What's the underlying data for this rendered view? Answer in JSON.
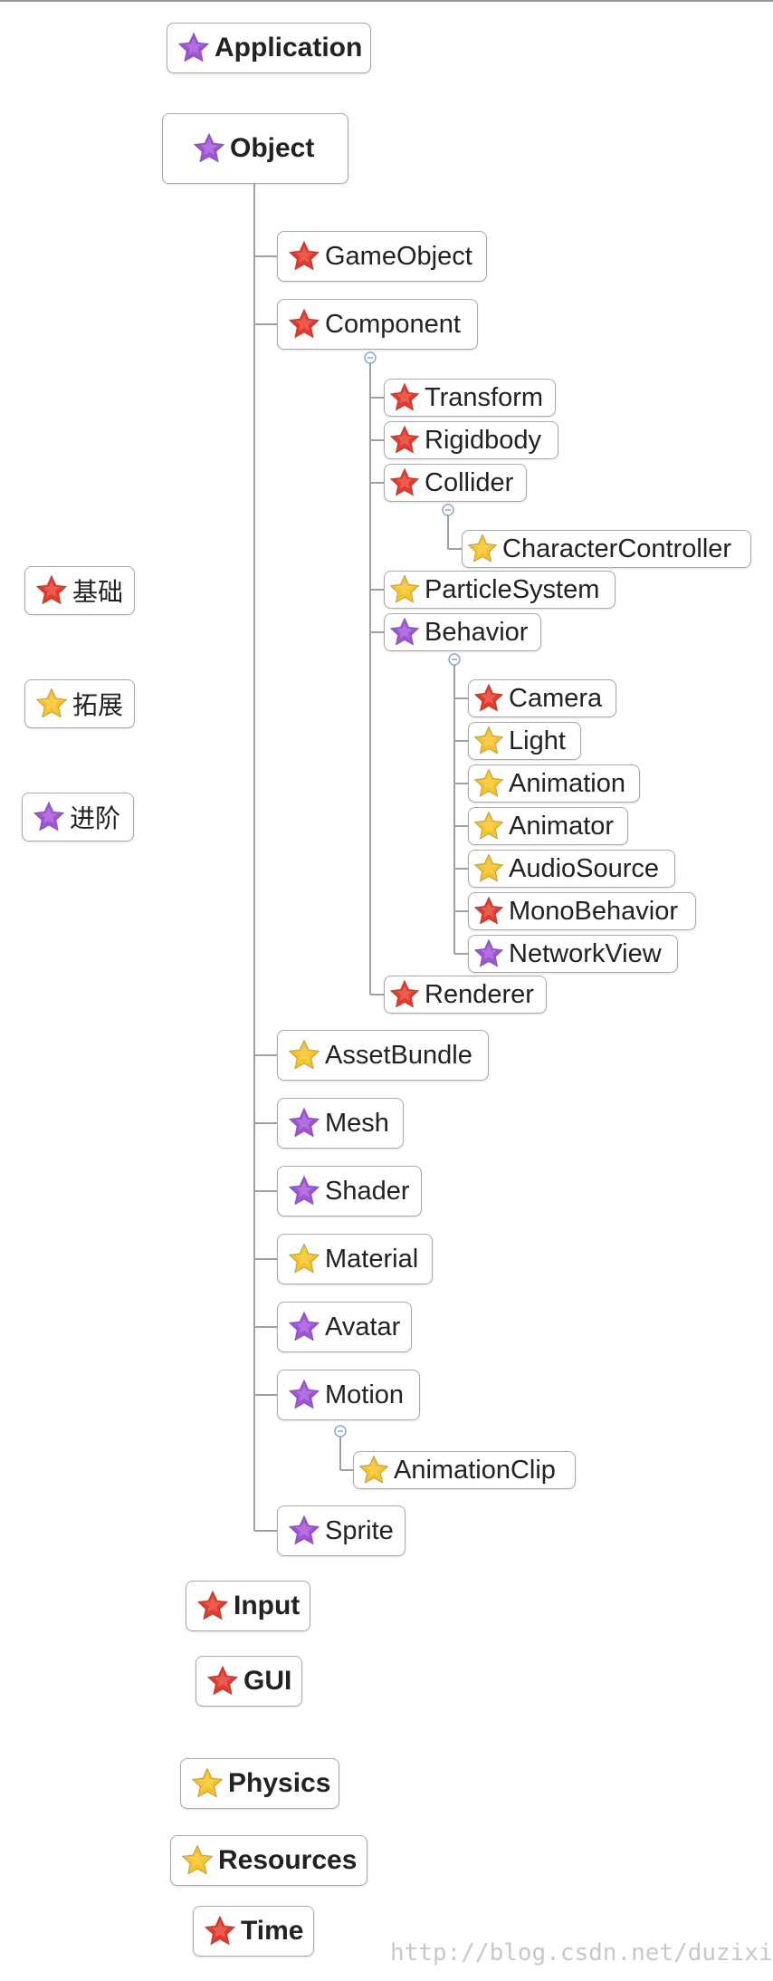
{
  "colors": {
    "red": "#e53a2b",
    "yellow": "#f7c325",
    "purple": "#a252d8",
    "line": "#a0a0a0",
    "collapse": "#8aa6d8"
  },
  "legend": [
    {
      "label": "基础",
      "star": "red"
    },
    {
      "label": "拓展",
      "star": "yellow"
    },
    {
      "label": "进阶",
      "star": "purple"
    }
  ],
  "mindmap": {
    "application": {
      "label": "Application",
      "star": "purple"
    },
    "object": {
      "label": "Object",
      "star": "purple"
    },
    "gameobject": {
      "label": "GameObject",
      "star": "red"
    },
    "component": {
      "label": "Component",
      "star": "red"
    },
    "transform": {
      "label": "Transform",
      "star": "red"
    },
    "rigidbody": {
      "label": "Rigidbody",
      "star": "red"
    },
    "collider": {
      "label": "Collider",
      "star": "red"
    },
    "charactercontroller": {
      "label": "CharacterController",
      "star": "yellow"
    },
    "particlesystem": {
      "label": "ParticleSystem",
      "star": "yellow"
    },
    "behavior": {
      "label": "Behavior",
      "star": "purple"
    },
    "camera": {
      "label": "Camera",
      "star": "red"
    },
    "light": {
      "label": "Light",
      "star": "yellow"
    },
    "animation": {
      "label": "Animation",
      "star": "yellow"
    },
    "animator": {
      "label": "Animator",
      "star": "yellow"
    },
    "audiosource": {
      "label": "AudioSource",
      "star": "yellow"
    },
    "monobehavior": {
      "label": "MonoBehavior",
      "star": "red"
    },
    "networkview": {
      "label": "NetworkView",
      "star": "purple"
    },
    "renderer": {
      "label": "Renderer",
      "star": "red"
    },
    "assetbundle": {
      "label": "AssetBundle",
      "star": "yellow"
    },
    "mesh": {
      "label": "Mesh",
      "star": "purple"
    },
    "shader": {
      "label": "Shader",
      "star": "purple"
    },
    "material": {
      "label": "Material",
      "star": "yellow"
    },
    "avatar": {
      "label": "Avatar",
      "star": "purple"
    },
    "motion": {
      "label": "Motion",
      "star": "purple"
    },
    "animationclip": {
      "label": "AnimationClip",
      "star": "yellow"
    },
    "sprite": {
      "label": "Sprite",
      "star": "purple"
    },
    "input": {
      "label": "Input",
      "star": "red"
    },
    "gui": {
      "label": "GUI",
      "star": "red"
    },
    "physics": {
      "label": "Physics",
      "star": "yellow"
    },
    "resources": {
      "label": "Resources",
      "star": "yellow"
    },
    "time": {
      "label": "Time",
      "star": "red"
    }
  },
  "watermark": "http://blog.csdn.net/duzixi"
}
